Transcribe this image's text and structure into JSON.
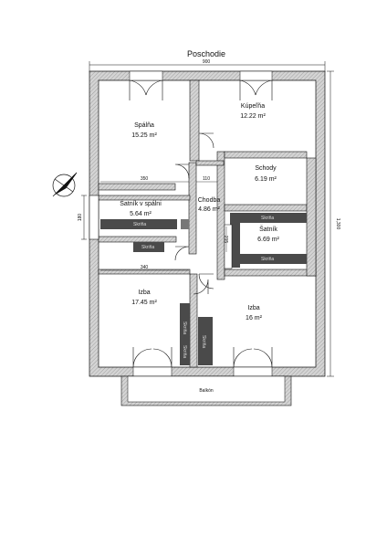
{
  "title": "Poschodie",
  "dims": {
    "top": "900",
    "right": "1,300",
    "left_closet": "180",
    "bedroom_width": "350",
    "hall_width": "110",
    "left_inner": "340",
    "stair_gap": "215"
  },
  "rooms": {
    "bedroom": {
      "name": "Spálňa",
      "area": "15.25 m²"
    },
    "bathroom": {
      "name": "Kúpeľňa",
      "area": "12.22 m²"
    },
    "stairs": {
      "name": "Schody",
      "area": "6.19 m²"
    },
    "walkin": {
      "name": "Šatník v spálni",
      "area": "5.64 m²"
    },
    "hallway": {
      "name": "Chodba",
      "area": "4.86 m²"
    },
    "closet": {
      "name": "Šatník",
      "area": "6.69 m²"
    },
    "room_left": {
      "name": "Izba",
      "area": "17.45 m²"
    },
    "room_right": {
      "name": "Izba",
      "area": "16 m²"
    }
  },
  "furniture": {
    "label": "Skriňa"
  },
  "balcony": "Balkón",
  "compass_icon": "north-arrow-icon",
  "colors": {
    "wall": "#c8c8c8",
    "furniture": "#4a4a4a",
    "line": "#111111"
  }
}
